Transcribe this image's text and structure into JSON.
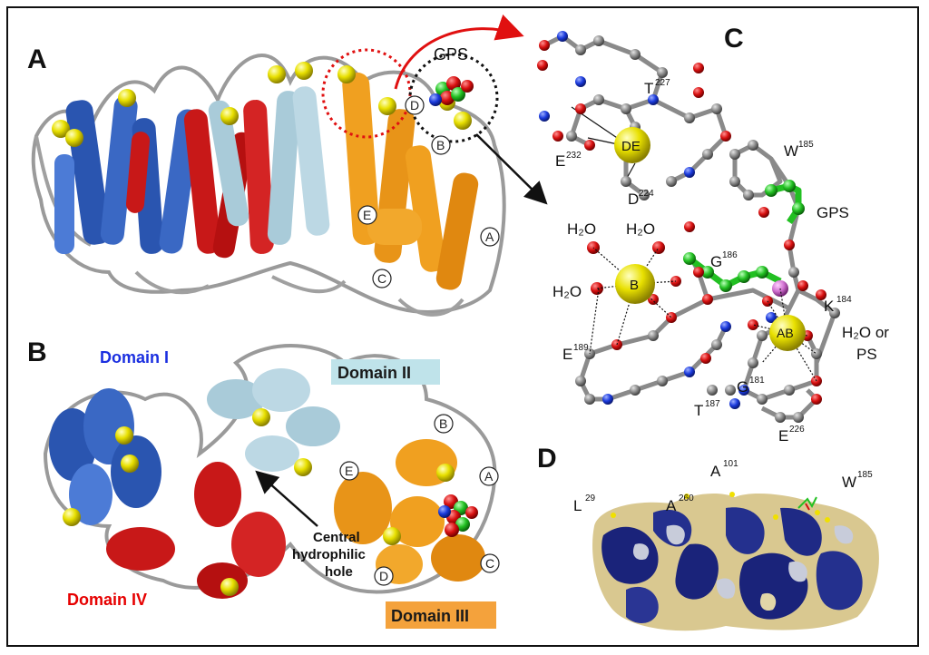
{
  "panels": {
    "a": "A",
    "b": "B",
    "c": "C",
    "d": "D"
  },
  "panel_a": {
    "ligand": "GPS",
    "helix_labels": [
      "D",
      "B",
      "E",
      "A",
      "C"
    ]
  },
  "panel_b": {
    "domains": [
      {
        "name": "Domain I",
        "bg": "#ffffff",
        "fg": "#1b2fe0"
      },
      {
        "name": "Domain II",
        "bg": "#bfe3ea",
        "fg": "#1a1a1a"
      },
      {
        "name": "Domain IV",
        "bg": "#ffffff",
        "fg": "#e60000"
      },
      {
        "name": "Domain III",
        "bg": "#f4a23c",
        "fg": "#1a1a1a"
      }
    ],
    "hole_label_1": "Central",
    "hole_label_2": "hydrophilic",
    "hole_label_3": "hole",
    "helix_labels": [
      "B",
      "E",
      "A",
      "D",
      "C"
    ]
  },
  "panel_c": {
    "labels": {
      "t227": "T",
      "t227_sup": "227",
      "de": "DE",
      "e232": "E",
      "e232_sup": "232",
      "d224": "D",
      "d224_sup": "224",
      "w185": "W",
      "w185_sup": "185",
      "gps": "GPS",
      "h2o_1": "H₂O",
      "h2o_2": "H₂O",
      "h2o_3": "H₂O",
      "g186": "G",
      "g186_sup": "186",
      "b": "B",
      "k184": "K",
      "k184_sup": "184",
      "ab": "AB",
      "h2o_or_1": "H₂O or",
      "h2o_or_2": "PS",
      "e189": "E",
      "e189_sup": "189",
      "t187": "T",
      "t187_sup": "187",
      "g181": "G",
      "g181_sup": "181",
      "e226": "E",
      "e226_sup": "226"
    }
  },
  "panel_d": {
    "labels": {
      "l29": "L",
      "l29_sup": "29",
      "a260": "A",
      "a260_sup": "260",
      "a101": "A",
      "a101_sup": "101",
      "w185": "W",
      "w185_sup": "185"
    }
  },
  "colors": {
    "domain_i": "#2a55b0",
    "domain_ii": "#a9cbd9",
    "domain_iii": "#f0a020",
    "domain_iv": "#c81818",
    "zinc": "#e6d800",
    "carbon": "#8a8a8a",
    "oxygen": "#d01010",
    "nitrogen": "#1a3adc",
    "ligand_c": "#22c022"
  }
}
